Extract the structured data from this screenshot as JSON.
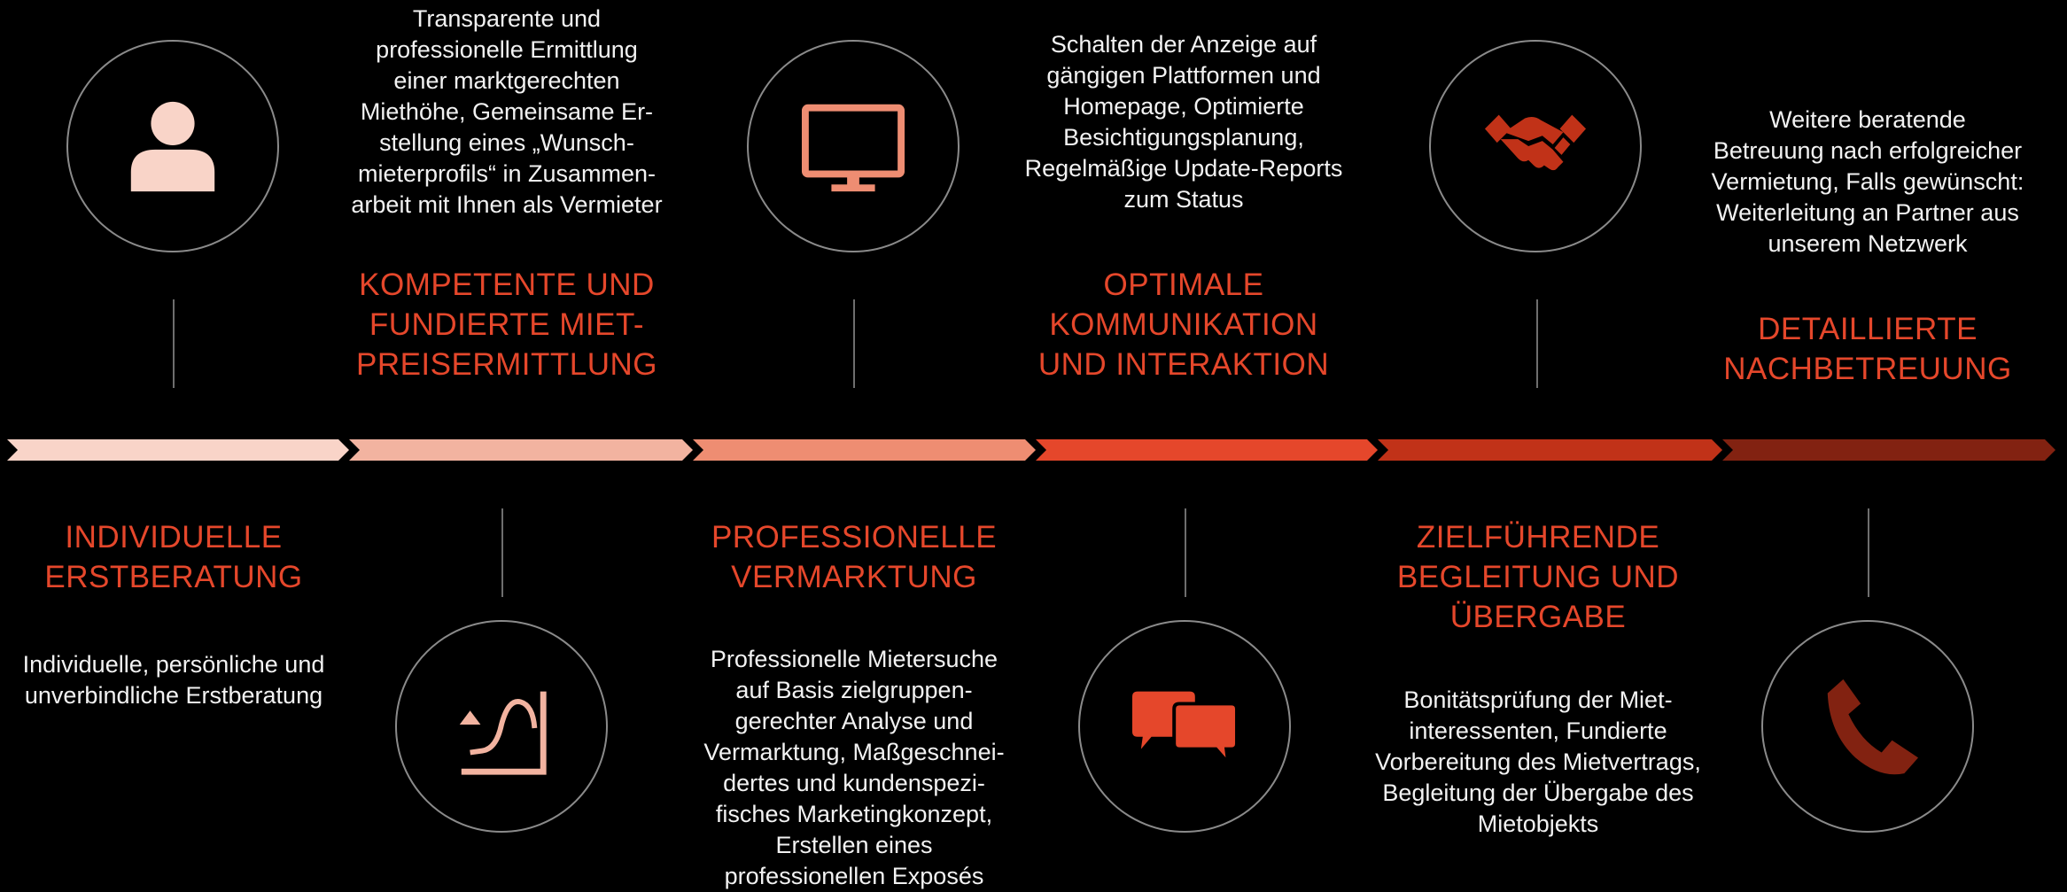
{
  "colors": {
    "background": "#000000",
    "title": "#e5472b",
    "circle_border": "#8a8a8a",
    "connector": "#6e6e6e",
    "arrows": [
      "#f9d4c8",
      "#f2b3a0",
      "#ee8d72",
      "#e5472b",
      "#c13218",
      "#822211"
    ]
  },
  "steps": [
    {
      "title": "INDIVIDUELLE\nERSTBERATUNG",
      "description": "Individuelle, persönliche und\nunverbindliche Erstberatung",
      "icon": "person-icon",
      "icon_color": "#f9d4c8"
    },
    {
      "title": "KOMPETENTE UND\nFUNDIERTE MIET-\nPREISERMITTLUNG",
      "description": "Transparente und\nprofessionelle Ermittlung\neiner marktgerechten\nMiethöhe, Gemeinsame Er-\nstellung eines „Wunsch-\nmieterprofils“ in Zusammen-\narbeit mit Ihnen als Vermieter",
      "icon": "chart-curve-icon",
      "icon_color": "#f2b3a0"
    },
    {
      "title": "PROFESSIONELLE\nVERMARKTUNG",
      "description": "Professionelle Mietersuche\nauf Basis zielgruppen-\ngerechter Analyse und\nVermarktung, Maßgeschnei-\ndertes und kundenspezi-\nfisches Marketingkonzept,\nErstellen eines\nprofessionellen Exposés",
      "icon": "monitor-icon",
      "icon_color": "#ee8d72"
    },
    {
      "title": "OPTIMALE\nKOMMUNIKATION\nUND INTERAKTION",
      "description": "Schalten der Anzeige auf\ngängigen Plattformen und\nHomepage, Optimierte\nBesichtigungsplanung,\nRegelmäßige Update-Reports\nzum Status",
      "icon": "chat-bubbles-icon",
      "icon_color": "#e5472b"
    },
    {
      "title": "ZIELFÜHRENDE\nBEGLEITUNG UND\nÜBERGABE",
      "description": "Bonitätsprüfung der Miet-\ninteressenten, Fundierte\nVorbereitung des Mietvertrags,\nBegleitung der Übergabe des\nMietobjekts",
      "icon": "handshake-icon",
      "icon_color": "#c13218"
    },
    {
      "title": "DETAILLIERTE\nNACHBETREUUNG",
      "description": "Weitere beratende\nBetreuung nach erfolgreicher\nVermietung, Falls gewünscht:\nWeiterleitung an Partner aus\nunserem Netzwerk",
      "icon": "phone-icon",
      "icon_color": "#822211"
    }
  ]
}
